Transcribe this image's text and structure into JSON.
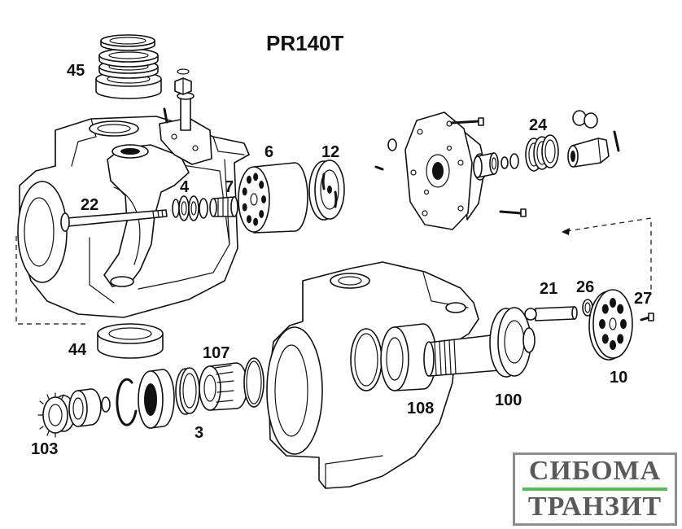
{
  "title": "PR140T",
  "callouts": [
    "45",
    "6",
    "12",
    "24",
    "4",
    "7",
    "22",
    "21",
    "26",
    "27",
    "44",
    "107",
    "10",
    "100",
    "108",
    "103",
    "3"
  ],
  "logo": {
    "line1": "СИБОМА",
    "line2": "ТРАНЗИТ"
  },
  "colors": {
    "ink": "#111111",
    "background": "#ffffff",
    "logo_text": "#5a5a5a",
    "logo_border": "#8c8c8c",
    "logo_bar": "#5cb85c"
  }
}
